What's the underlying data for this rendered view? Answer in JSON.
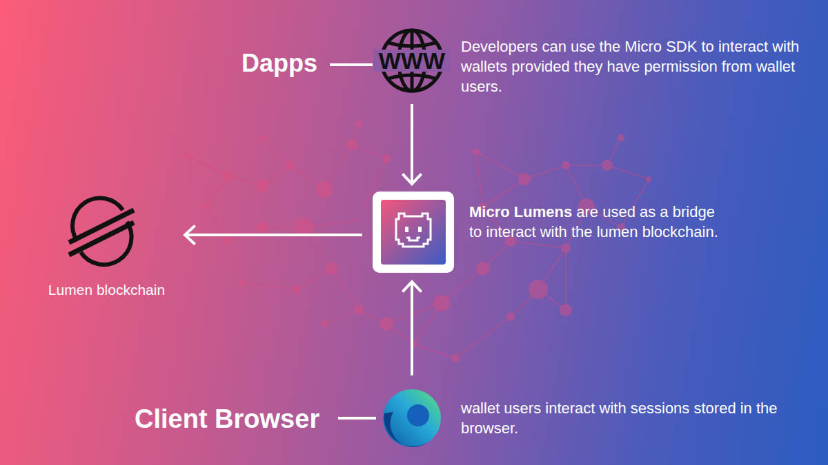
{
  "diagram": {
    "nodes": [
      {
        "text": [
          "Dapps",
          "Developers can use the Micro SDK to interact with wallets provided they have permission from wallet users."
        ]
      },
      {
        "text": [
          "Lumen blockchain"
        ]
      },
      {
        "text": [
          "Micro Lumens",
          "are used as a bridge to interact with the lumen blockchain."
        ]
      },
      {
        "text": [
          "Client Browser",
          "wallet users interact with sessions stored in the browser."
        ]
      }
    ],
    "edges": [
      {
        "from": 0,
        "to": 2,
        "arrow": "to"
      },
      {
        "from": 2,
        "to": 1,
        "arrow": "to"
      },
      {
        "from": 3,
        "to": 2,
        "arrow": "to"
      }
    ],
    "labels": [
      "WWW"
    ]
  }
}
